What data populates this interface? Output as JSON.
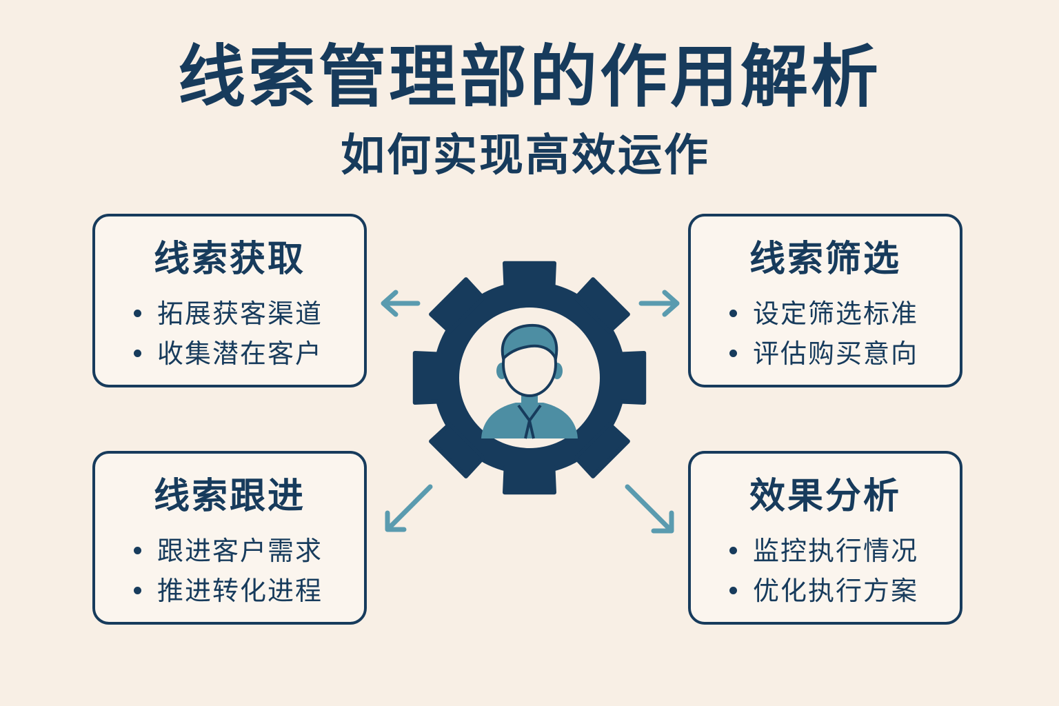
{
  "header": {
    "title": "线索管理部的作用解析",
    "subtitle": "如何实现高效运作"
  },
  "cards": {
    "acquisition": {
      "title": "线索获取",
      "items": [
        "拓展获客渠道",
        "收集潜在客户"
      ]
    },
    "screening": {
      "title": "线索筛选",
      "items": [
        "设定筛选标准",
        "评估购买意向"
      ]
    },
    "followup": {
      "title": "线索跟进",
      "items": [
        "跟进客户需求",
        "推进转化进程"
      ]
    },
    "analysis": {
      "title": "效果分析",
      "items": [
        "监控执行情况",
        "优化执行方案"
      ]
    }
  },
  "icons": {
    "center": "gear-with-person-icon",
    "arrows": [
      "arrow-left-icon",
      "arrow-right-icon",
      "arrow-down-left-icon",
      "arrow-down-right-icon"
    ]
  },
  "colors": {
    "background": "#F8EFE5",
    "navy": "#173B5C",
    "teal": "#5A9BAF",
    "person_fill": "#4D8EA3",
    "card_fill": "#FBF5EE"
  }
}
